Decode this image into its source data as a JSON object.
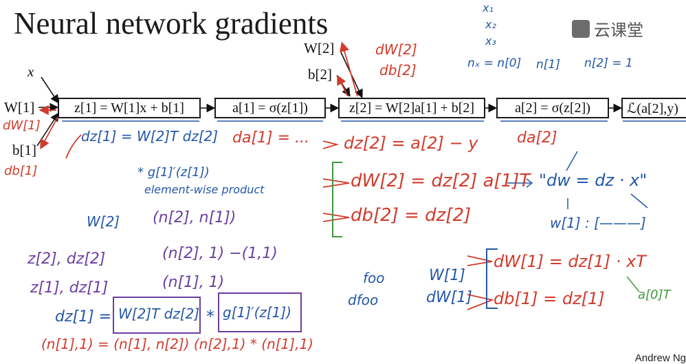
{
  "title": "Neural network gradients",
  "watermark": {
    "text": "云课堂",
    "icon": "cloud-classroom-logo-icon"
  },
  "footer": "Andrew Ng",
  "graph": {
    "x": "x",
    "W1": "W[1]",
    "b1": "b[1]",
    "W2": "W[2]",
    "b2": "b[2]",
    "box1": "z[1] = W[1]x + b[1]",
    "box2": "a[1] = σ(z[1])",
    "box3": "z[2] = W[2]a[1] + b[2]",
    "box4": "a[2] = σ(z[2])",
    "box5": "ℒ(a[2],y)"
  },
  "notes": {
    "top_x1": "x₁",
    "top_x2": "x₂",
    "top_x3": "x₃",
    "nx": "nₓ = n[0]",
    "n1": "n[1]",
    "n2": "n[2] = 1",
    "dW2_top": "dW[2]",
    "db2_top": "db[2]",
    "dw1_left": "dW[1]",
    "db1_left": "db[1]",
    "dz1_under": "dz[1] = W[2]T dz[2]",
    "da1_under": "da[1] = ...",
    "dz2_under": "dz[2] = a[2] − y",
    "da2_under": "da[2]",
    "elementwise1": "* g[1]′(z[1])",
    "elementwise2": "element-wise product",
    "dW2_eq": "dW[2] = dz[2] a[1]T",
    "db2_eq": "db[2] = dz[2]",
    "dw_eq": "\"dw = dz · x\"",
    "w1_bracket": "w[1] : [———]",
    "W2_shape_l": "W[2]",
    "W2_shape_r": "(n[2], n[1])",
    "z2_row_l": "z[2], dz[2]",
    "z2_row_r": "(n[2], 1)  −(1,1)",
    "z1_row_l": "z[1], dz[1]",
    "z1_row_r": "(n[1], 1)",
    "foo": "foo",
    "dfoo": "dfoo",
    "W1_r": "W[1]",
    "dW1_r": "dW[1]",
    "dW1_eq": "dW[1] = dz[1] · xT",
    "db1_eq": "db[1] = dz[1]",
    "a0T": "a[0]T",
    "dz1_big": "dz[1] =",
    "dz1_big_term1": "W[2]T dz[2]",
    "dz1_big_term2": "g[1]′(z[1])",
    "star": "*",
    "shape_bottom": "(n[1],1) = (n[1], n[2])   (n[2],1) * (n[1],1)"
  }
}
